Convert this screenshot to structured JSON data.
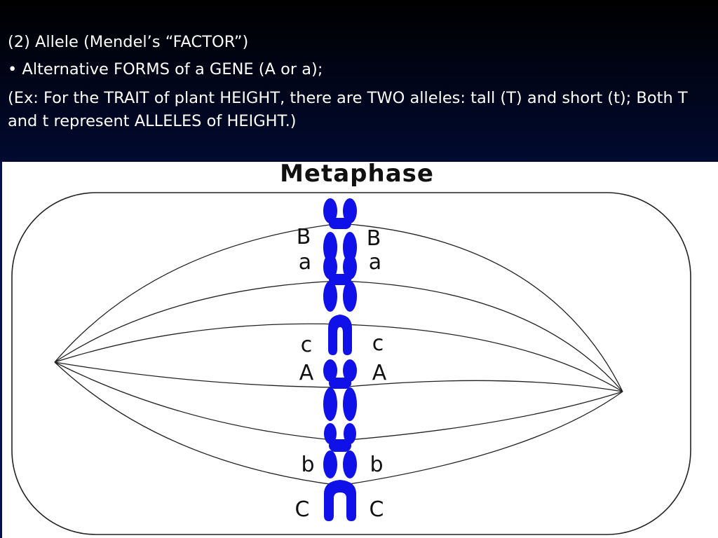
{
  "slide": {
    "heading": "(2) Allele (Mendel’s “FACTOR”)",
    "bullet": "• Alternative FORMS of a GENE (A or a);",
    "example": "(Ex: For the TRAIT of plant HEIGHT, there are TWO alleles: tall (T) and short (t); Both T and t represent ALLELES of HEIGHT.)"
  },
  "diagram": {
    "title": "Metaphase",
    "left_labels": [
      "B",
      "a",
      "c",
      "A",
      "b",
      "C"
    ],
    "right_labels": [
      "B",
      "a",
      "c",
      "A",
      "b",
      "C"
    ]
  },
  "colors": {
    "background_top": "#000000",
    "background_bottom": "#052a8c",
    "text": "#ffffff",
    "chromosome": "#1010e8",
    "line": "#222222"
  }
}
